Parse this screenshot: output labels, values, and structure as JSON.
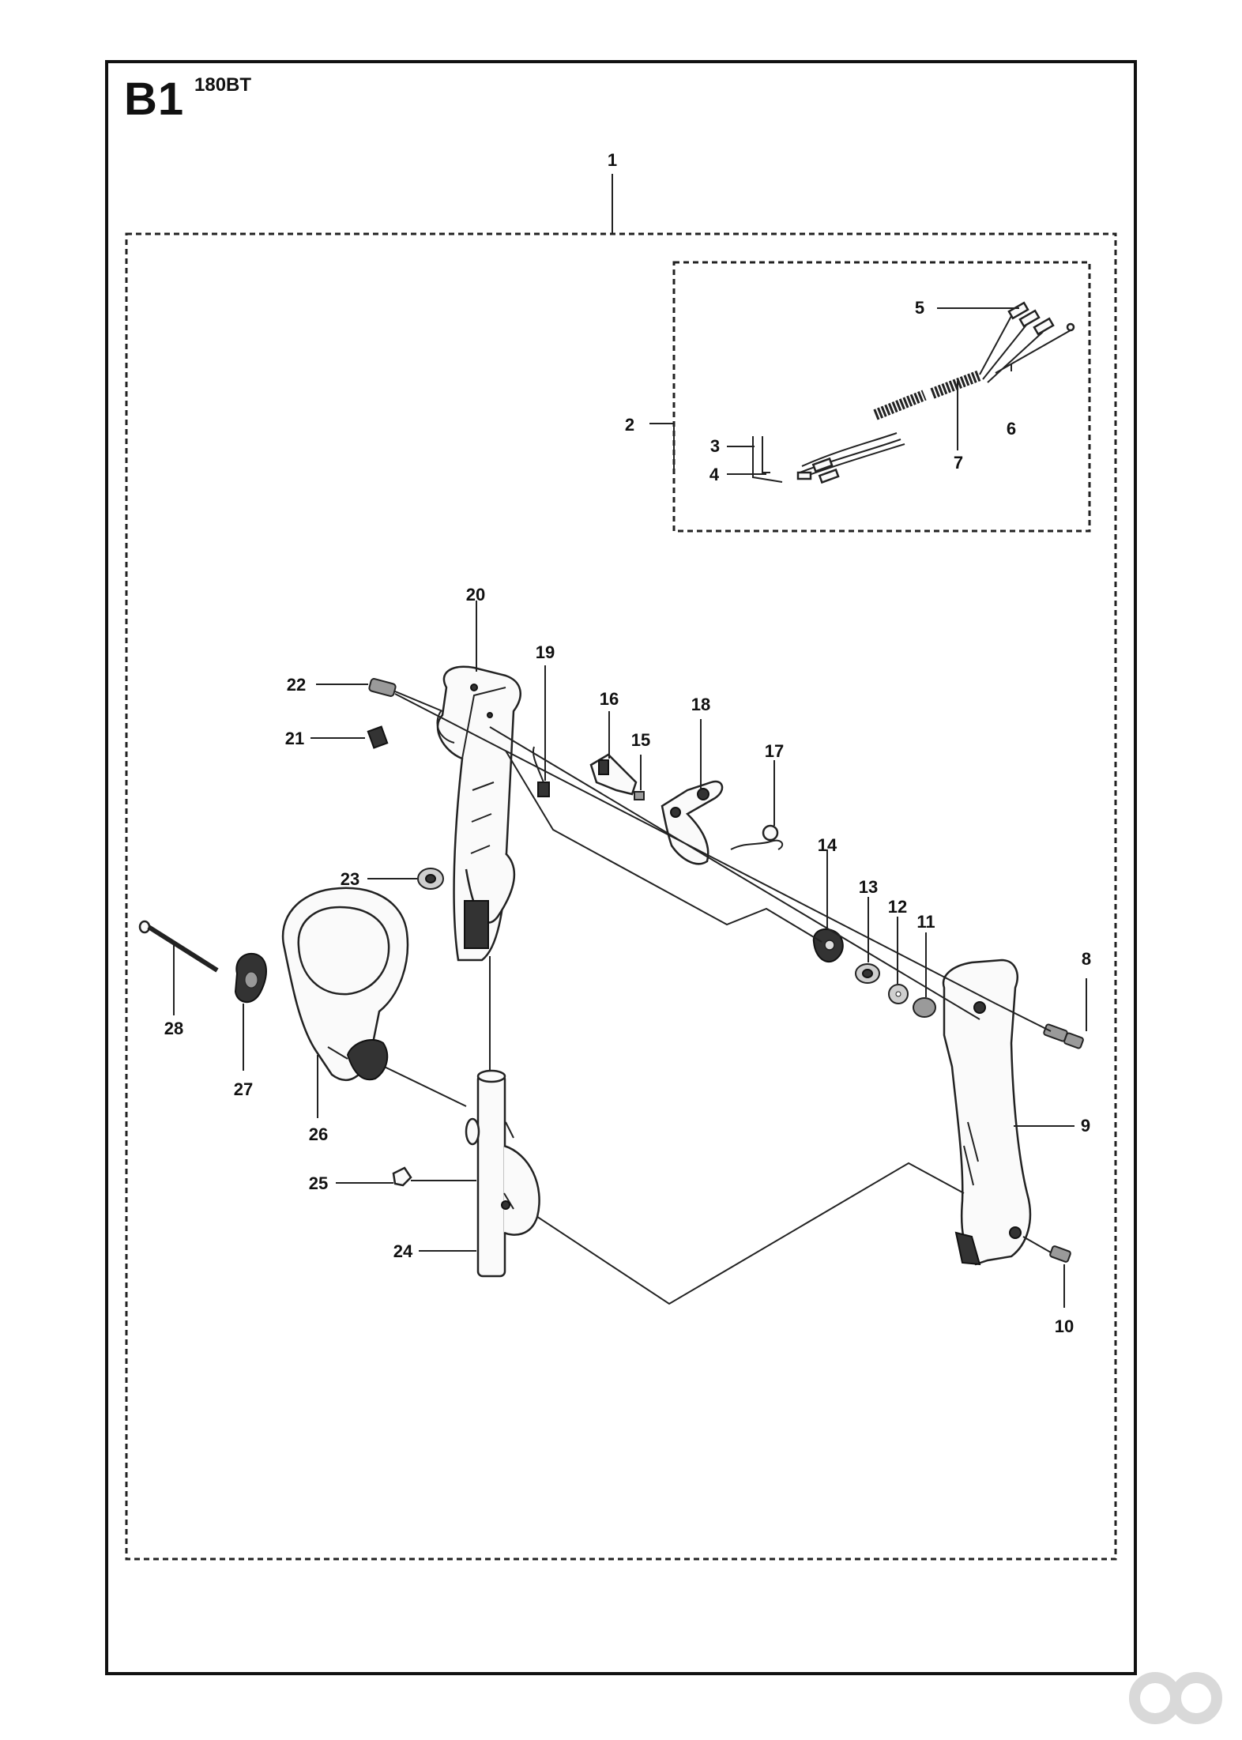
{
  "header": {
    "sheet_id": "B1",
    "model": "180BT"
  },
  "callouts": [
    "1",
    "2",
    "3",
    "4",
    "5",
    "6",
    "7",
    "8",
    "9",
    "10",
    "11",
    "12",
    "13",
    "14",
    "15",
    "16",
    "17",
    "18",
    "19",
    "20",
    "21",
    "22",
    "23",
    "24",
    "25",
    "26",
    "27",
    "28"
  ],
  "watermark_logo": "logo-mark"
}
